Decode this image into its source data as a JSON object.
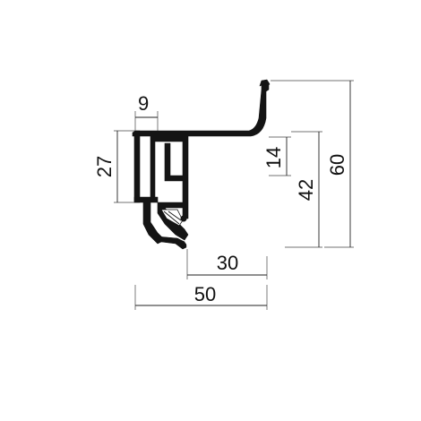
{
  "drawing": {
    "subject": "aluminium-profile-cross-section",
    "colors": {
      "profile": "#141414",
      "dimension_lines": "#222222",
      "background": "#ffffff"
    },
    "dimensions": {
      "top_width": "9",
      "left_height": "27",
      "inner_height": "14",
      "mid_height": "42",
      "total_height": "60",
      "bottom_inner_width": "30",
      "bottom_total_width": "50"
    }
  }
}
